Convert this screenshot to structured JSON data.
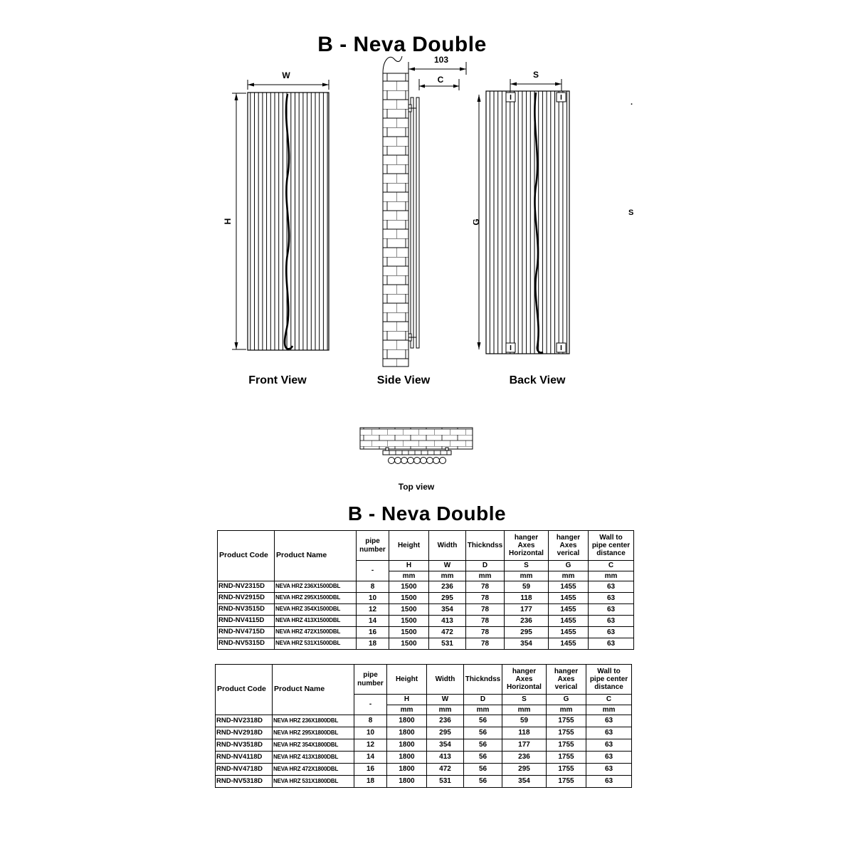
{
  "page": {
    "title": "B - Neva Double",
    "section_title": "B - Neva Double"
  },
  "views": {
    "front": {
      "label": "Front View",
      "dim_width": "W",
      "dim_height": "H"
    },
    "side": {
      "label": "Side View",
      "dim_top": "103",
      "dim_c": "C"
    },
    "back": {
      "label": "Back View",
      "dim_s": "S",
      "dim_g": "G"
    },
    "top": {
      "label": "Top view"
    }
  },
  "margin_marks": {
    "dot": ".",
    "letter": "S"
  },
  "table_header": {
    "product_code": "Product Code",
    "product_name": "Product Name",
    "pipe_number": "pipe\nnumber",
    "height": "Height",
    "width": "Width",
    "thickness": "Thickndss",
    "hanger_horizontal": "hanger\nAxes\nHorizontal",
    "hanger_vertical": "hanger\nAxes\nverical",
    "wall_distance": "Wall to\npipe center\ndistance",
    "dash": "-",
    "letters": [
      "H",
      "W",
      "D",
      "S",
      "G",
      "C"
    ],
    "unit": "mm"
  },
  "table_1500": {
    "rows": [
      [
        "RND-NV2315D",
        "NEVA HRZ 236X1500DBL",
        "8",
        "1500",
        "236",
        "78",
        "59",
        "1455",
        "63"
      ],
      [
        "RND-NV2915D",
        "NEVA HRZ 295X1500DBL",
        "10",
        "1500",
        "295",
        "78",
        "118",
        "1455",
        "63"
      ],
      [
        "RND-NV3515D",
        "NEVA HRZ 354X1500DBL",
        "12",
        "1500",
        "354",
        "78",
        "177",
        "1455",
        "63"
      ],
      [
        "RND-NV4115D",
        "NEVA HRZ 413X1500DBL",
        "14",
        "1500",
        "413",
        "78",
        "236",
        "1455",
        "63"
      ],
      [
        "RND-NV4715D",
        "NEVA HRZ 472X1500DBL",
        "16",
        "1500",
        "472",
        "78",
        "295",
        "1455",
        "63"
      ],
      [
        "RND-NV5315D",
        "NEVA HRZ 531X1500DBL",
        "18",
        "1500",
        "531",
        "78",
        "354",
        "1455",
        "63"
      ]
    ]
  },
  "table_1800": {
    "rows": [
      [
        "RND-NV2318D",
        "NEVA HRZ 236X1800DBL",
        "8",
        "1800",
        "236",
        "56",
        "59",
        "1755",
        "63"
      ],
      [
        "RND-NV2918D",
        "NEVA HRZ 295X1800DBL",
        "10",
        "1800",
        "295",
        "56",
        "118",
        "1755",
        "63"
      ],
      [
        "RND-NV3518D",
        "NEVA HRZ 354X1800DBL",
        "12",
        "1800",
        "354",
        "56",
        "177",
        "1755",
        "63"
      ],
      [
        "RND-NV4118D",
        "NEVA HRZ 413X1800DBL",
        "14",
        "1800",
        "413",
        "56",
        "236",
        "1755",
        "63"
      ],
      [
        "RND-NV4718D",
        "NEVA HRZ 472X1800DBL",
        "16",
        "1800",
        "472",
        "56",
        "295",
        "1755",
        "63"
      ],
      [
        "RND-NV5318D",
        "NEVA HRZ 531X1800DBL",
        "18",
        "1800",
        "531",
        "56",
        "354",
        "1755",
        "63"
      ]
    ]
  }
}
